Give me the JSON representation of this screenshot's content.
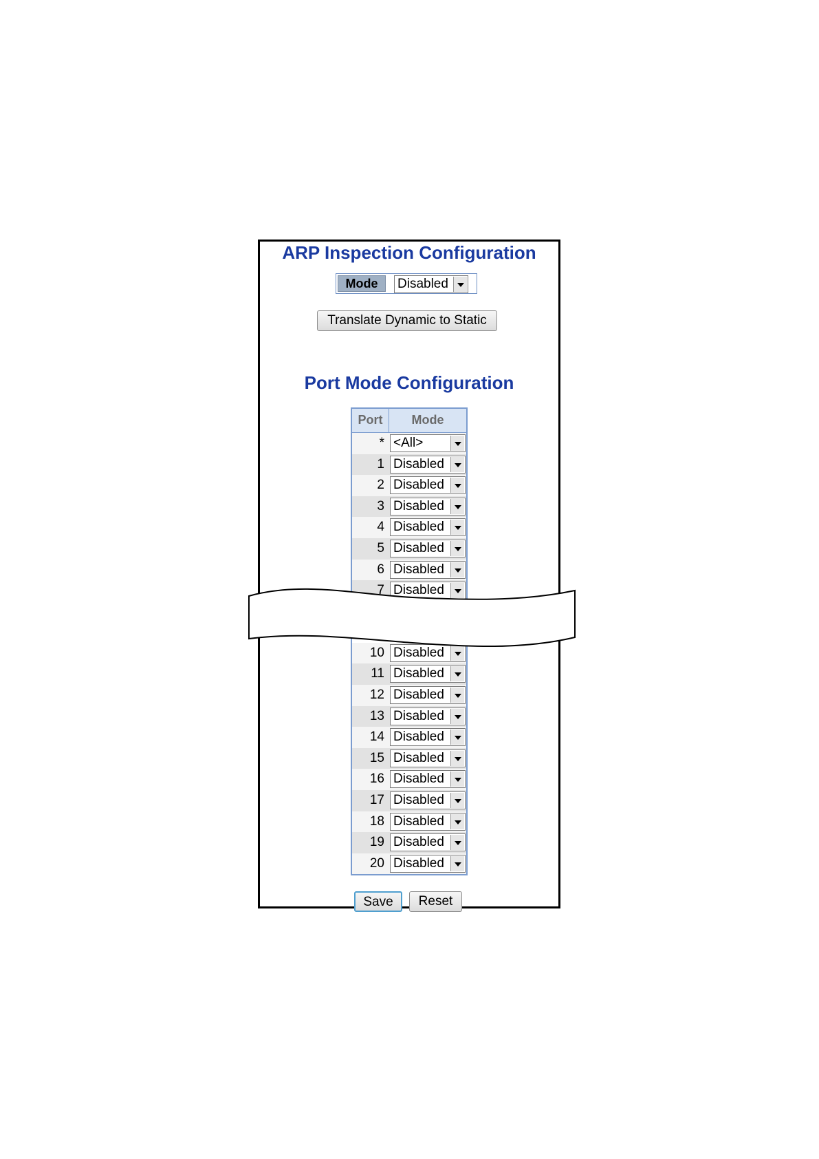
{
  "page_title": "ARP Inspection Configuration",
  "mode": {
    "label": "Mode",
    "value": "Disabled"
  },
  "translate_button": "Translate Dynamic to Static",
  "port_section_title": "Port Mode Configuration",
  "table": {
    "headers": {
      "port": "Port",
      "mode": "Mode"
    },
    "rows_top": [
      {
        "port": "*",
        "mode": "<All>"
      },
      {
        "port": "1",
        "mode": "Disabled"
      },
      {
        "port": "2",
        "mode": "Disabled"
      },
      {
        "port": "3",
        "mode": "Disabled"
      },
      {
        "port": "4",
        "mode": "Disabled"
      },
      {
        "port": "5",
        "mode": "Disabled"
      },
      {
        "port": "6",
        "mode": "Disabled"
      },
      {
        "port": "7",
        "mode": "Disabled"
      }
    ],
    "rows_bottom": [
      {
        "port": "10",
        "mode": "Disabled"
      },
      {
        "port": "11",
        "mode": "Disabled"
      },
      {
        "port": "12",
        "mode": "Disabled"
      },
      {
        "port": "13",
        "mode": "Disabled"
      },
      {
        "port": "14",
        "mode": "Disabled"
      },
      {
        "port": "15",
        "mode": "Disabled"
      },
      {
        "port": "16",
        "mode": "Disabled"
      },
      {
        "port": "17",
        "mode": "Disabled"
      },
      {
        "port": "18",
        "mode": "Disabled"
      },
      {
        "port": "19",
        "mode": "Disabled"
      },
      {
        "port": "20",
        "mode": "Disabled"
      }
    ]
  },
  "buttons": {
    "save": "Save",
    "reset": "Reset"
  }
}
